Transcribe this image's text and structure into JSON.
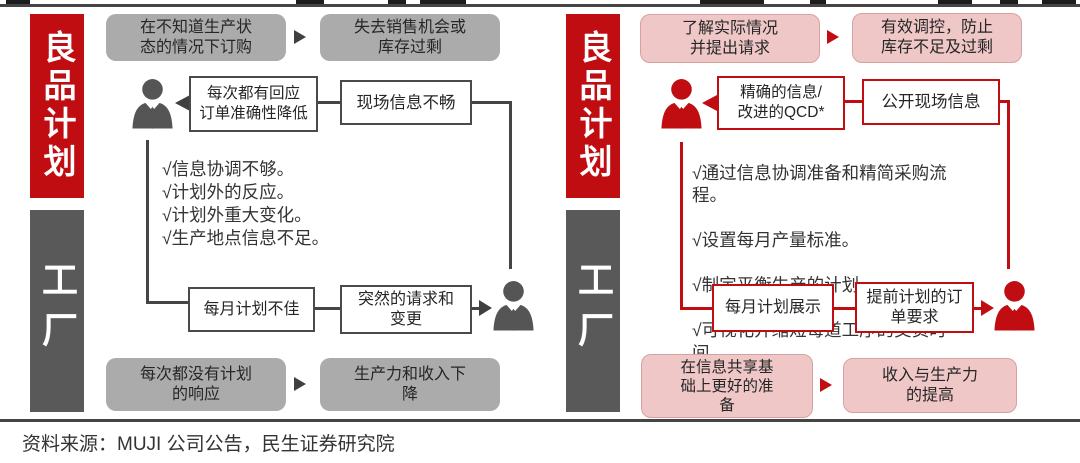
{
  "colors": {
    "accent_red": "#c00d12",
    "panel_dark_gray": "#595959",
    "box_gray": "#ababab",
    "pink_fill": "#efc7c7",
    "pink_border": "#d9a0a0",
    "line_dark": "#404040"
  },
  "source_note": "资料来源：MUJI 公司公告，民生证券研究院",
  "left": {
    "label_top": "良品计划",
    "label_bottom": "工厂",
    "cause_box": "在不知道生产状\n态的情况下订购",
    "effect_box": "失去销售机会或\n库存过剩",
    "response_box": "每次都有回应\n订单准确性降低",
    "site_info_box": "现场信息不畅",
    "checklist": [
      "√信息协调不够。",
      "√计划外的反应。",
      "√计划外重大变化。",
      "√生产地点信息不足。"
    ],
    "monthly_box": "每月计划不佳",
    "request_box": "突然的请求和\n变更",
    "bottom_cause_box": "每次都没有计划\n的响应",
    "bottom_effect_box": "生产力和收入下\n降"
  },
  "right": {
    "label_top": "良品计划",
    "label_bottom": "工厂",
    "cause_box": "了解实际情况\n并提出请求",
    "effect_box": "有效调控，防止\n库存不足及过剩",
    "response_box": "精确的信息/\n改进的QCD*",
    "site_info_box": "公开现场信息",
    "checklist": [
      "√通过信息协调准备和精简采购流\n程。",
      "√设置每月产量标准。",
      "√制定平衡生产的计划。",
      "√可视化并缩短每道工序的交货时\n间。"
    ],
    "monthly_box": "每月计划展示",
    "request_box": "提前计划的订\n单要求",
    "bottom_cause_box": "在信息共享基\n础上更好的准\n备",
    "bottom_effect_box": "收入与生产力\n的提高"
  }
}
